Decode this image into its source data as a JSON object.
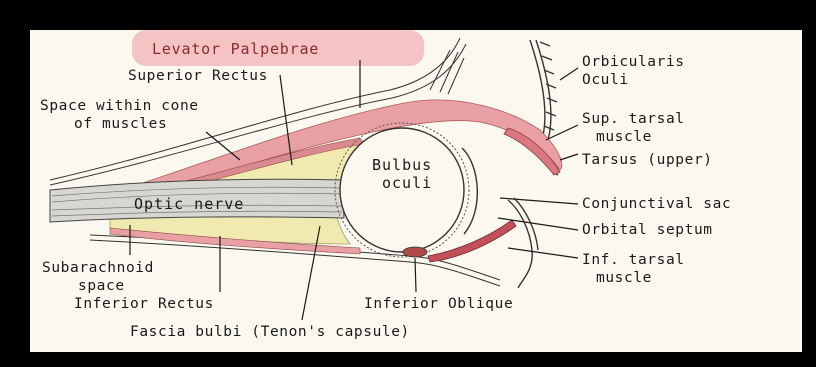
{
  "labels": {
    "levator": "Levator Palpebrae",
    "superior_rectus": "Superior Rectus",
    "space_cone_1": "Space within cone",
    "space_cone_2": "of muscles",
    "bulbus_1": "Bulbus",
    "bulbus_2": "oculi",
    "optic_nerve": "Optic nerve",
    "subarachnoid_1": "Subarachnoid",
    "subarachnoid_2": "space",
    "inferior_rectus": "Inferior Rectus",
    "fascia_bulbi": "Fascia bulbi (Tenon's capsule)",
    "inferior_oblique": "Inferior Oblique",
    "orbicularis_1": "Orbicularis",
    "orbicularis_2": "Oculi",
    "sup_tarsal_1": "Sup. tarsal",
    "sup_tarsal_2": "muscle",
    "tarsus_upper": "Tarsus (upper)",
    "conjunctival_sac": "Conjunctival sac",
    "orbital_septum": "Orbital septum",
    "inf_tarsal_1": "Inf. tarsal",
    "inf_tarsal_2": "muscle"
  },
  "colors": {
    "muscle_pink": "#e8a0a4",
    "fat_yellow": "#f1eab0",
    "label_highlight": "#f4c3c3",
    "paper": "#fbf8ef",
    "ink": "#1a1a1a"
  }
}
